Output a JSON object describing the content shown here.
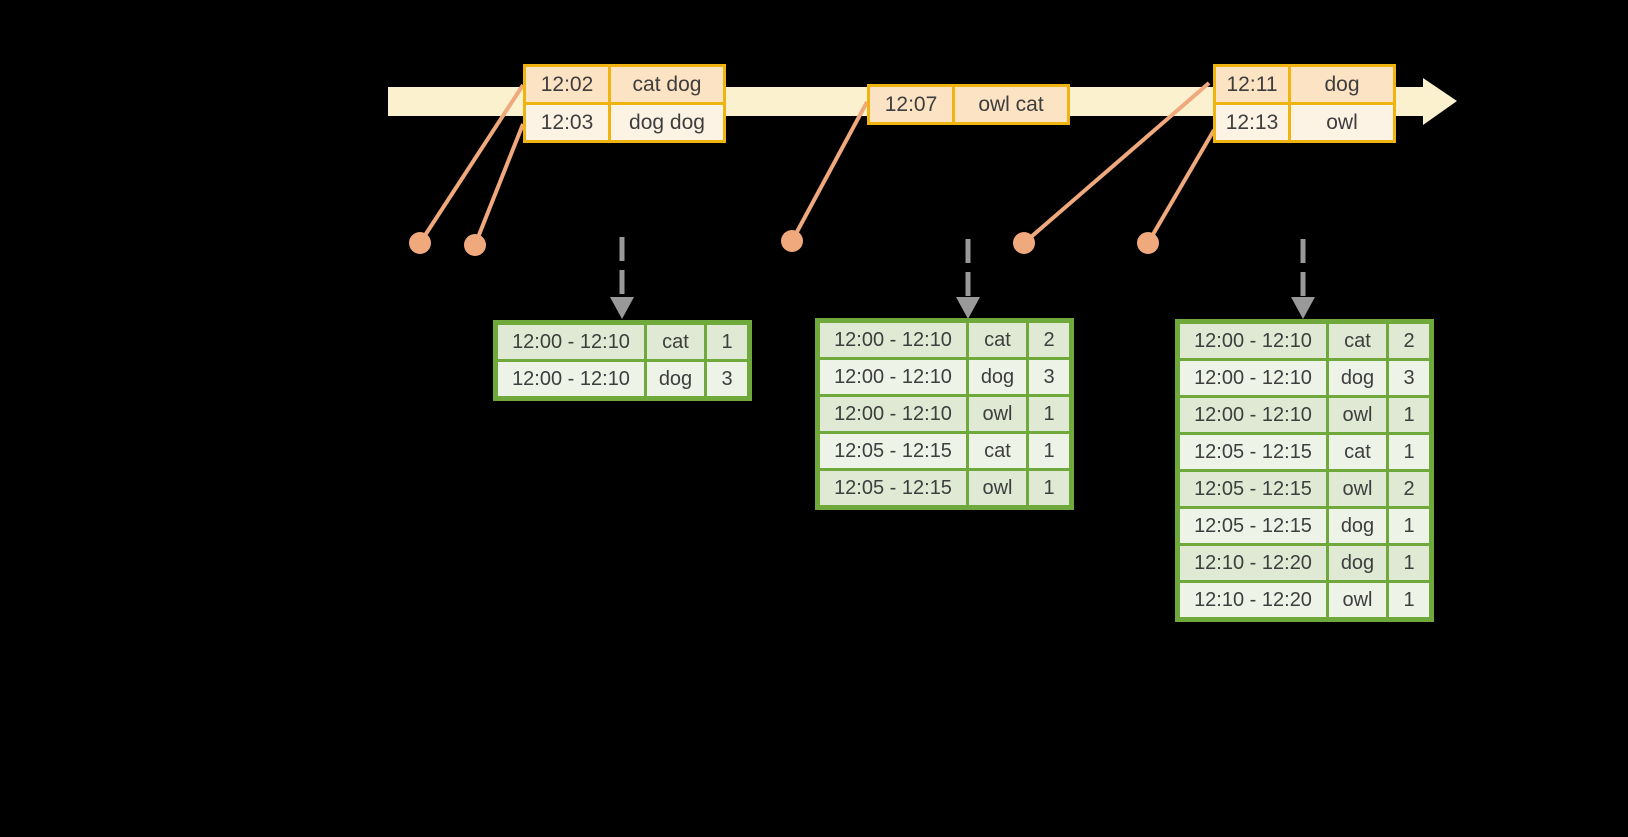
{
  "colors": {
    "band": "#FBF1CE",
    "eborder": "#F0B410",
    "edark": "#FBE3C3",
    "elight": "#FDF3E4",
    "gborder": "#6FA93C",
    "gdark": "#DFE9D3",
    "glight": "#EEF3E8",
    "salmon": "#F0A87D",
    "gray": "#999999",
    "text": "#3E3E3E"
  },
  "event_tables": [
    {
      "rows": [
        {
          "time": "12:02",
          "words": "cat dog"
        },
        {
          "time": "12:03",
          "words": "dog dog"
        }
      ]
    },
    {
      "rows": [
        {
          "time": "12:07",
          "words": "owl cat"
        }
      ]
    },
    {
      "rows": [
        {
          "time": "12:11",
          "words": "dog"
        },
        {
          "time": "12:13",
          "words": "owl"
        }
      ]
    }
  ],
  "result_tables": [
    {
      "rows": [
        {
          "window": "12:00 - 12:10",
          "word": "cat",
          "count": "1"
        },
        {
          "window": "12:00 - 12:10",
          "word": "dog",
          "count": "3"
        }
      ]
    },
    {
      "rows": [
        {
          "window": "12:00 - 12:10",
          "word": "cat",
          "count": "2"
        },
        {
          "window": "12:00 - 12:10",
          "word": "dog",
          "count": "3"
        },
        {
          "window": "12:00 - 12:10",
          "word": "owl",
          "count": "1"
        },
        {
          "window": "12:05 - 12:15",
          "word": "cat",
          "count": "1"
        },
        {
          "window": "12:05 - 12:15",
          "word": "owl",
          "count": "1"
        }
      ]
    },
    {
      "rows": [
        {
          "window": "12:00 - 12:10",
          "word": "cat",
          "count": "2"
        },
        {
          "window": "12:00 - 12:10",
          "word": "dog",
          "count": "3"
        },
        {
          "window": "12:00 - 12:10",
          "word": "owl",
          "count": "1"
        },
        {
          "window": "12:05 - 12:15",
          "word": "cat",
          "count": "1"
        },
        {
          "window": "12:05 - 12:15",
          "word": "owl",
          "count": "2"
        },
        {
          "window": "12:05 - 12:15",
          "word": "dog",
          "count": "1"
        },
        {
          "window": "12:10 - 12:20",
          "word": "dog",
          "count": "1"
        },
        {
          "window": "12:10 - 12:20",
          "word": "owl",
          "count": "1"
        }
      ]
    }
  ]
}
